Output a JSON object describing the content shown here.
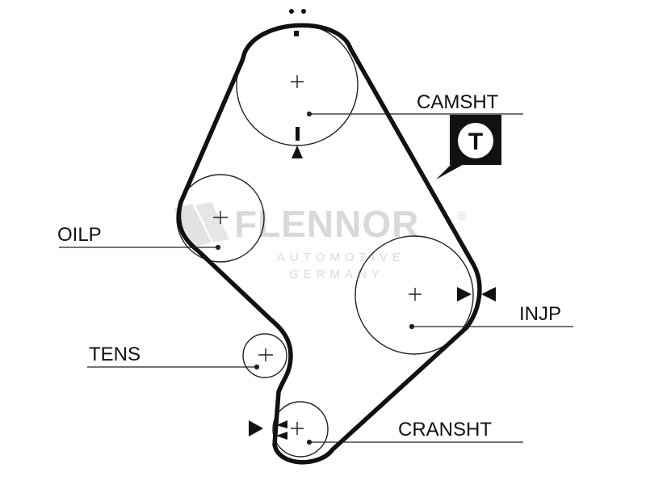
{
  "labels": {
    "camshaft": "CAMSHT",
    "oil_pump": "OILP",
    "injection_pump": "INJP",
    "tensioner": "TENS",
    "crankshaft": "CRANSHT"
  },
  "badge": {
    "letter": "T"
  },
  "watermark": {
    "brand": "FLENNOR",
    "registered": "®",
    "line1": "AUTOMOTIVE",
    "line2": "GERMANY"
  },
  "colors": {
    "ink": "#111111",
    "watermark": "#d9d9d9",
    "background": "#ffffff"
  }
}
